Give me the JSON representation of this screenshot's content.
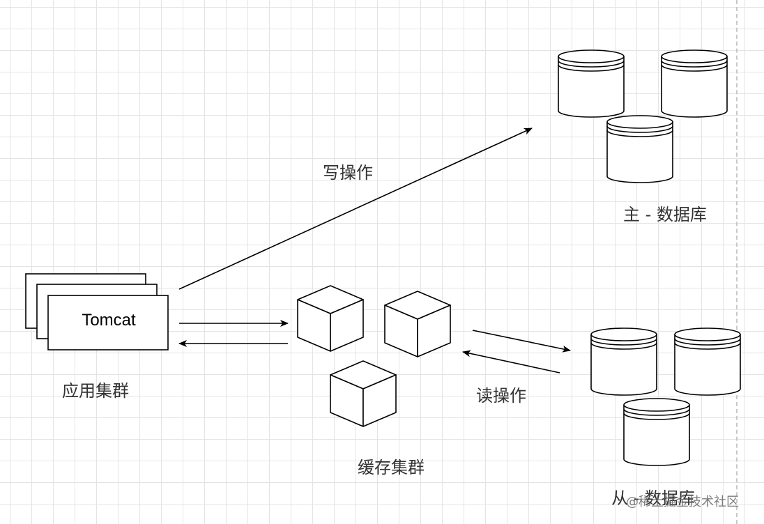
{
  "diagram": {
    "nodes": {
      "tomcat": {
        "label": "Tomcat"
      },
      "app_cluster": {
        "label": "应用集群"
      },
      "cache_cluster": {
        "label": "缓存集群"
      },
      "master_db": {
        "label": "主 - 数据库"
      },
      "slave_db": {
        "label": "从 - 数据库"
      }
    },
    "edges": {
      "write_operation": {
        "label": "写操作"
      },
      "read_operation": {
        "label": "读操作"
      }
    }
  },
  "watermark": "@稀土掘金技术社区",
  "colors": {
    "stroke": "#000000",
    "grid": "#e4e4e4",
    "label_text": "#333333",
    "background": "#ffffff"
  }
}
